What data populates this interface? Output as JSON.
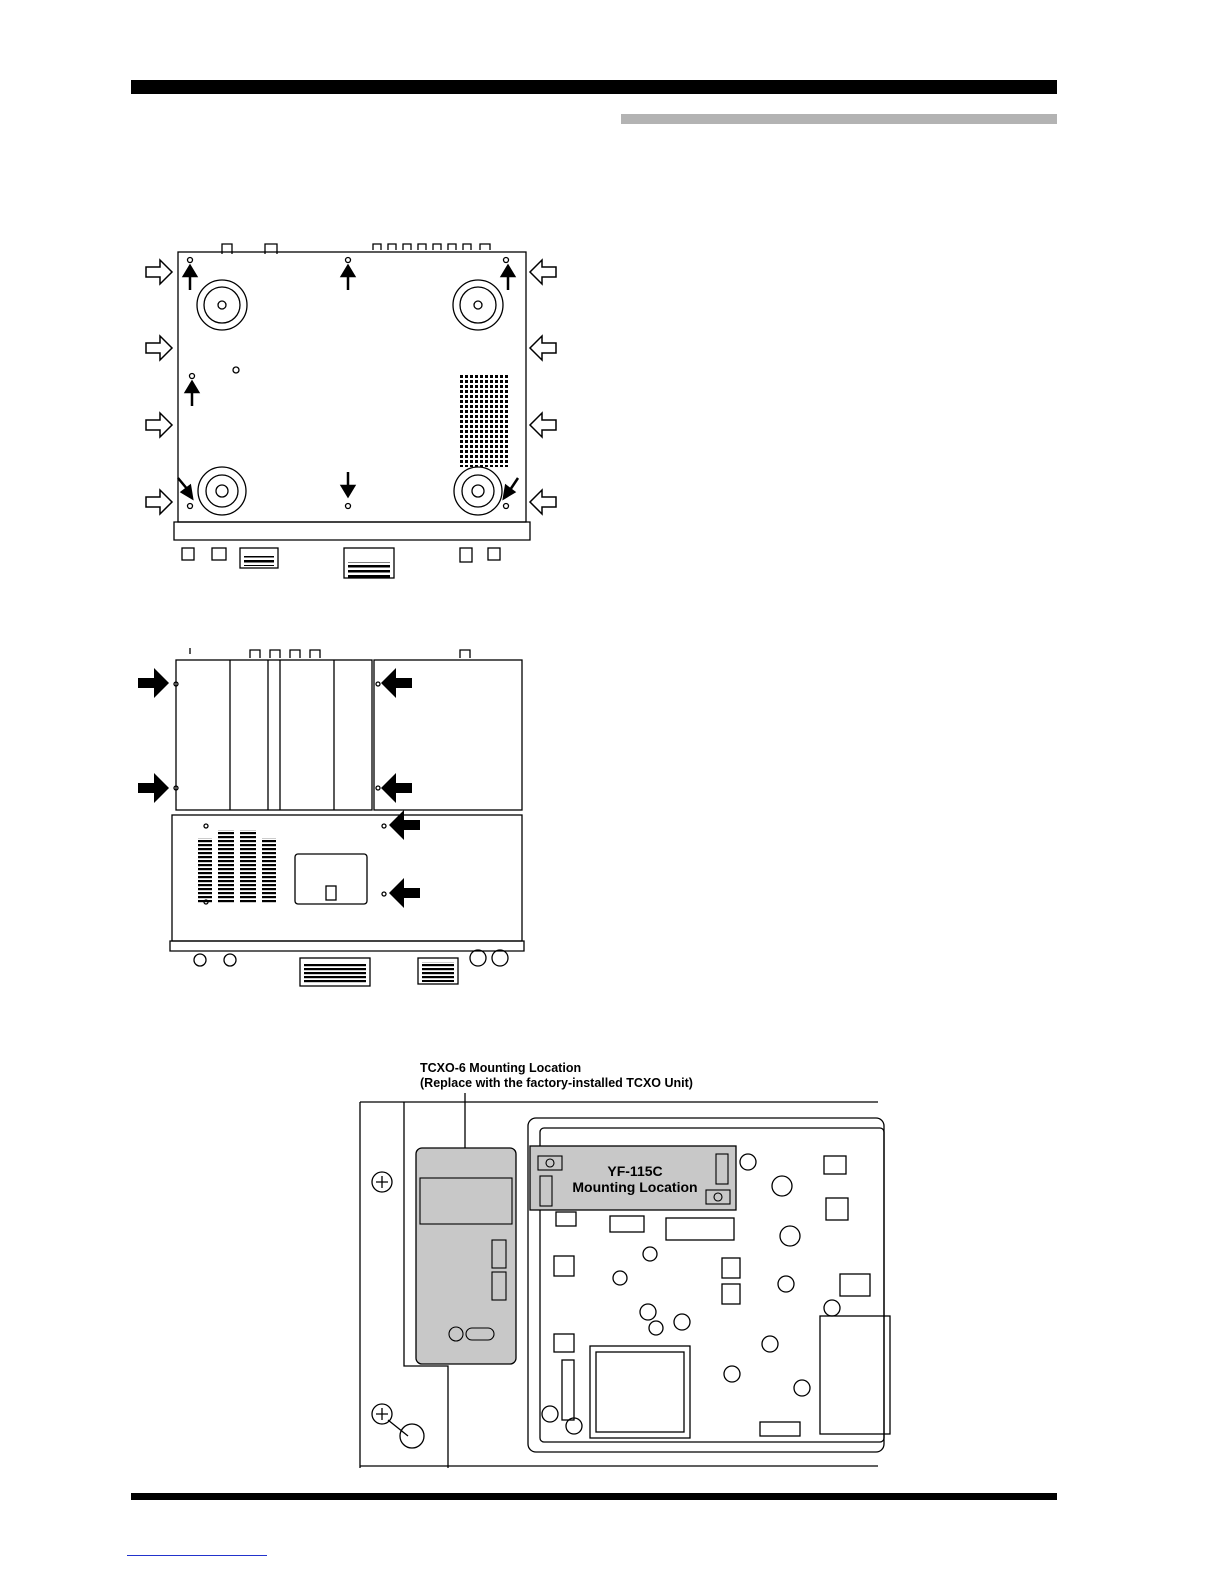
{
  "figures": [
    {
      "name": "bottom-view-diagram"
    },
    {
      "name": "side-view-diagram"
    },
    {
      "name": "main-unit-board-diagram",
      "callout": {
        "line1": "TCXO-6 Mounting Location",
        "line2": "(Replace with the factory-installed TCXO Unit)"
      },
      "filter_label": {
        "line1": "YF-115C",
        "line2": "Mounting Location"
      }
    }
  ],
  "colors": {
    "rule": "#000000",
    "subrule": "#b3b3b3",
    "highlight": "#c8c8c8"
  }
}
